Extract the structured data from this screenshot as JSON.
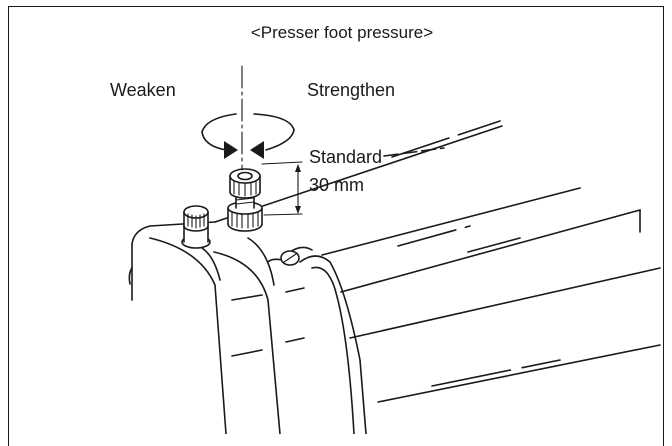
{
  "diagram": {
    "title": "<Presser foot pressure>",
    "labels": {
      "weaken": "Weaken",
      "strengthen": "Strengthen",
      "standard": "Standard",
      "measurement": "30 mm"
    }
  },
  "colors": {
    "line": "#1a1a1a",
    "background": "#ffffff"
  }
}
